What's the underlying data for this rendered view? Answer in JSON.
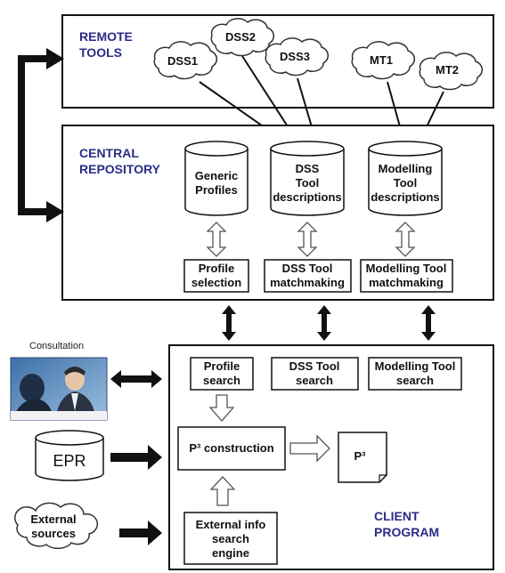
{
  "remote_tools": {
    "title_line1": "REMOTE",
    "title_line2": "TOOLS",
    "clouds": [
      "DSS1",
      "DSS2",
      "DSS3",
      "MT1",
      "MT2"
    ]
  },
  "central_repository": {
    "title_line1": "CENTRAL",
    "title_line2": "REPOSITORY",
    "cylinders": [
      [
        "Generic",
        "Profiles"
      ],
      [
        "DSS",
        "Tool",
        "descriptions"
      ],
      [
        "Modelling",
        "Tool",
        "descriptions"
      ]
    ],
    "boxes": [
      [
        "Profile",
        "selection"
      ],
      [
        "DSS Tool",
        "matchmaking"
      ],
      [
        "Modelling Tool",
        "matchmaking"
      ]
    ]
  },
  "client_program": {
    "title_line1": "CLIENT",
    "title_line2": "PROGRAM",
    "search_boxes": [
      [
        "Profile",
        "search"
      ],
      [
        "DSS Tool",
        "search"
      ],
      [
        "Modelling Tool",
        "search"
      ]
    ],
    "construction_label": "P³ construction",
    "p3_label": "P³",
    "external_engine": [
      "External info",
      "search",
      "engine"
    ]
  },
  "left_side": {
    "consultation_label": "Consultation",
    "epr_label": "EPR",
    "external_sources": [
      "External",
      "sources"
    ]
  },
  "colors": {
    "title_blue": "#2b2b88",
    "line": "#111111"
  }
}
